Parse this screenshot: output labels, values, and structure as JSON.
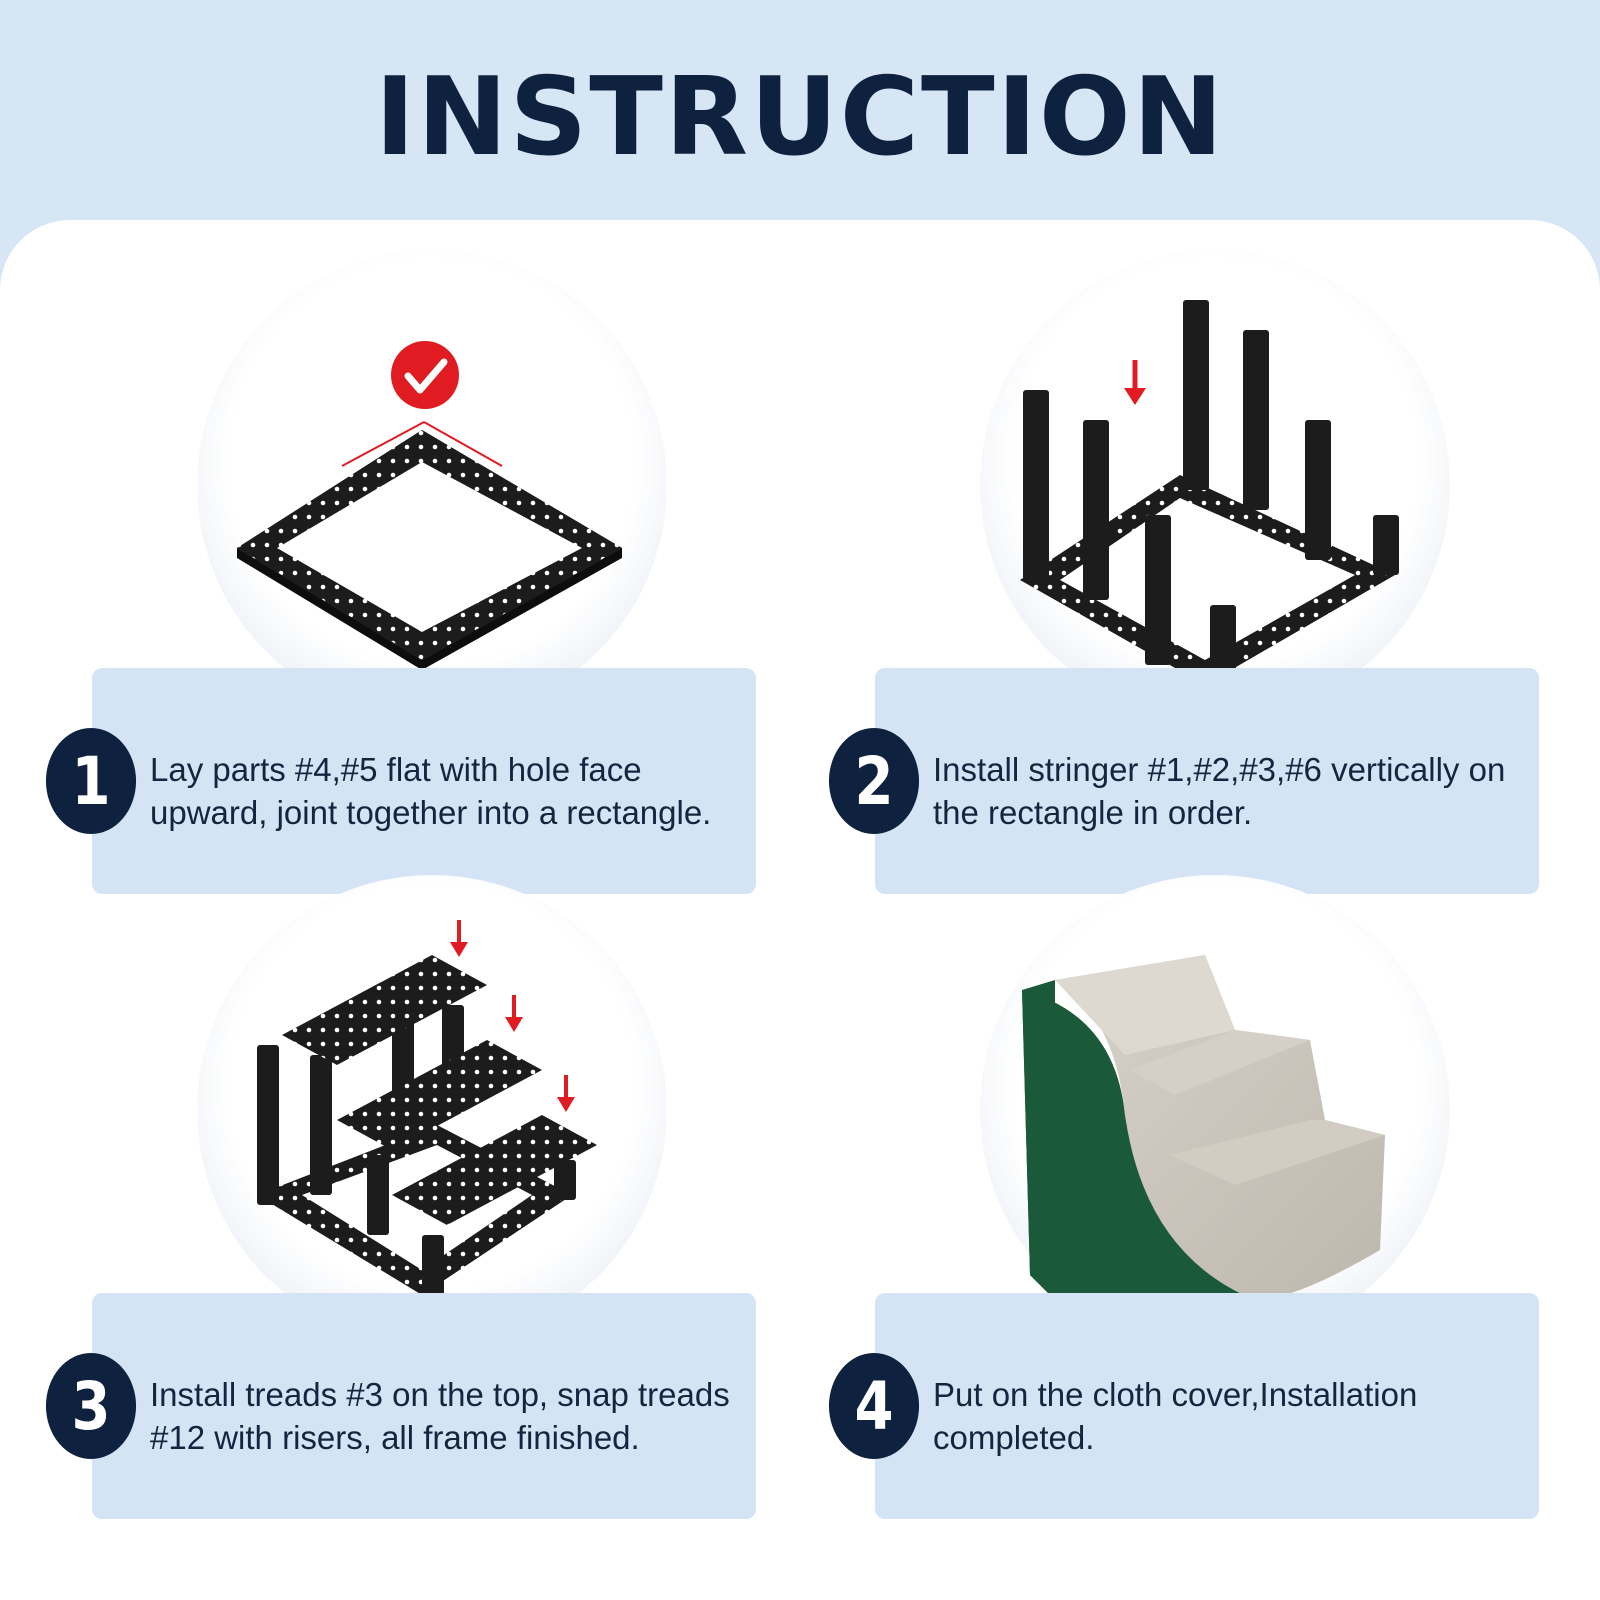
{
  "header": {
    "title": "INSTRUCTION"
  },
  "steps": [
    {
      "number": "1",
      "text": "Lay parts #4,#5 flat with hole face upward, joint together into a  rectangle."
    },
    {
      "number": "2",
      "text": "Install stringer #1,#2,#3,#6 vertically on the rectangle in order."
    },
    {
      "number": "3",
      "text": "Install treads #3 on the top, snap treads #12 with risers, all frame  finished."
    },
    {
      "number": "4",
      "text": "Put on the cloth cover,Installation completed."
    }
  ],
  "colors": {
    "background": "#d6e6f5",
    "title": "#0e2240",
    "card": "#d4e4f4",
    "badge": "#0e2240",
    "check": "#e11b22",
    "parts": "#1c1c1c",
    "cover_side": "#1a5a3a",
    "cover_fabric": "#cfcac2"
  },
  "icons": {
    "step1": "rectangle-frame-icon",
    "step2": "stringer-frame-icon",
    "step3": "tread-frame-icon",
    "step4": "pet-stairs-icon",
    "check": "check-circle-icon",
    "arrow": "down-arrow-icon"
  }
}
